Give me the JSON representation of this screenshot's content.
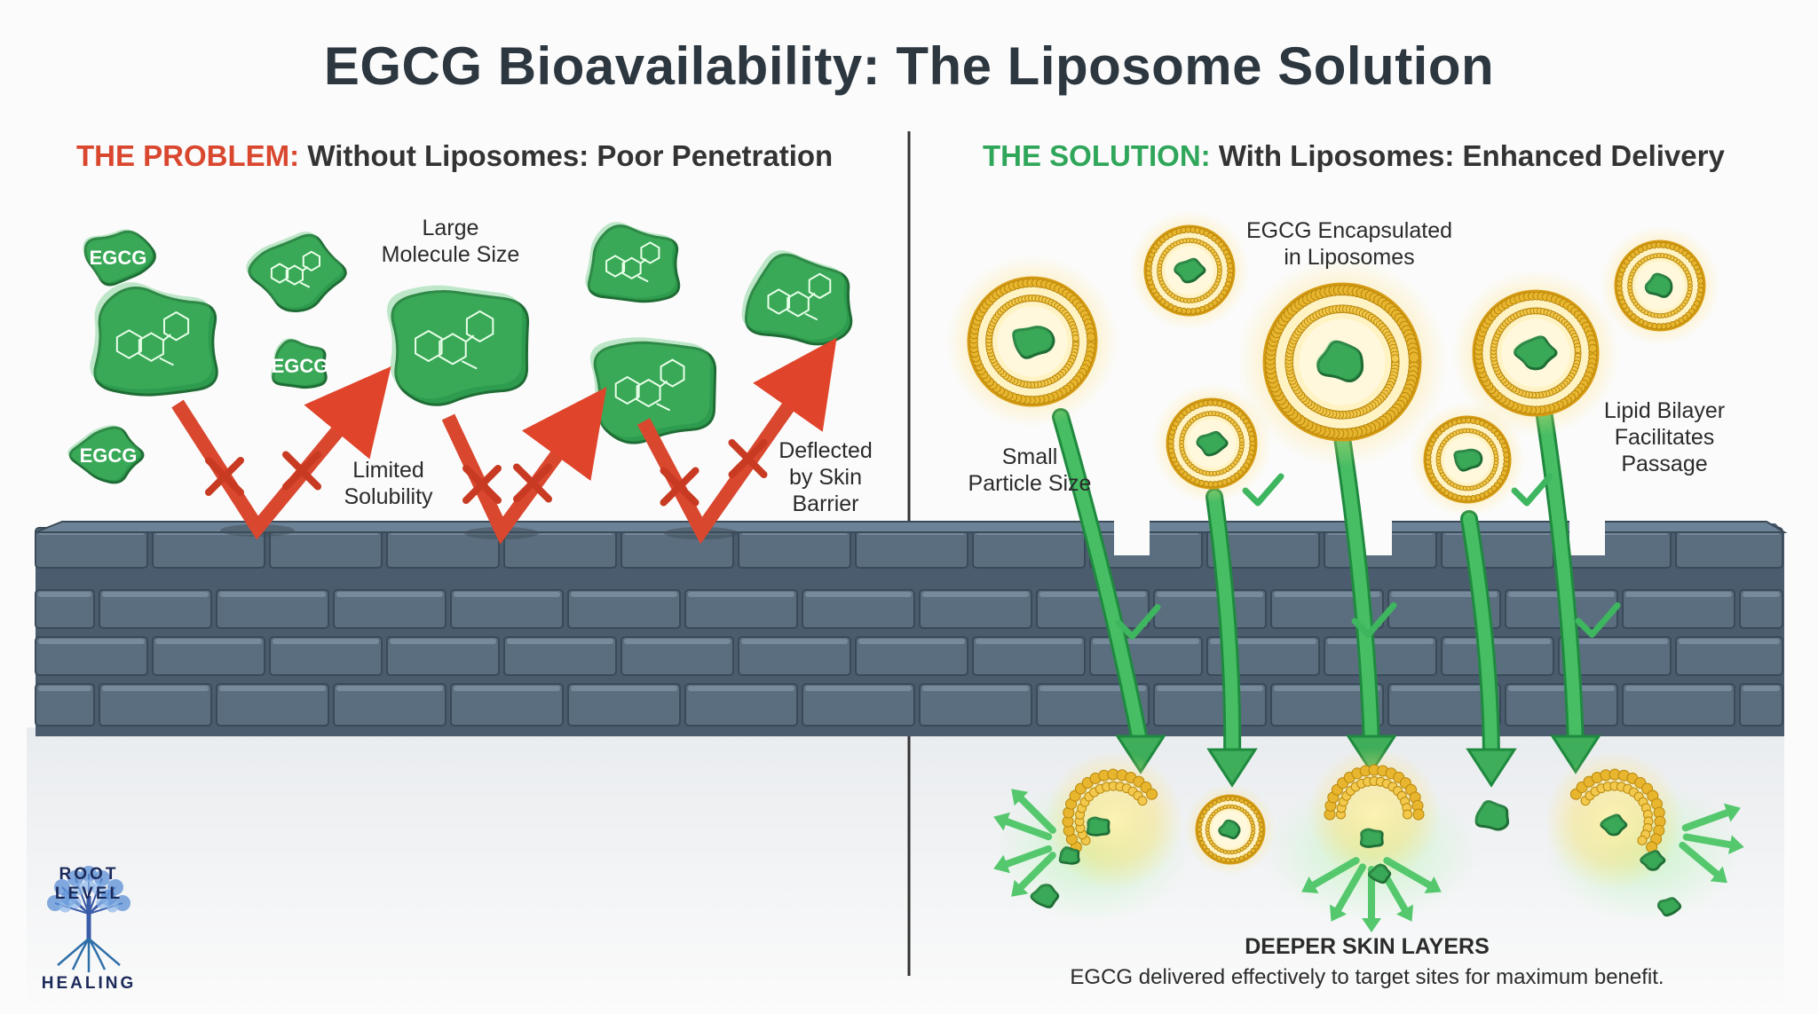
{
  "title": "EGCG Bioavailability: The Liposome Solution",
  "problem": {
    "prefix": "THE PROBLEM:",
    "heading": "Without Liposomes: Poor Penetration",
    "labels": {
      "large_molecule": "Large\nMolecule Size",
      "limited_solubility": "Limited\nSolubility",
      "deflected": "Deflected\nby Skin\nBarrier"
    },
    "molecule_tag": "EGCG"
  },
  "solution": {
    "prefix": "THE SOLUTION:",
    "heading": "With Liposomes: Enhanced Delivery",
    "labels": {
      "encapsulated": "EGCG Encapsulated\nin Liposomes",
      "small_particle": "Small\nParticle Size",
      "lipid_bilayer": "Lipid Bilayer\nFacilitates\nPassage"
    },
    "bottom_heading": "DEEPER SKIN LAYERS",
    "bottom_text": "EGCG delivered effectively to target sites for maximum benefit."
  },
  "brand": {
    "top": "ROOT LEVEL",
    "bottom": "HEALING"
  },
  "colors": {
    "problem_red": "#d9472f",
    "solution_green": "#2fa65a",
    "molecule_green": "#2e9c4e",
    "brick": "#5a6e80",
    "liposome_gold": "#e8b52e"
  },
  "icons": [
    "egcg-molecule-icon",
    "liposome-icon",
    "check-icon",
    "x-mark-icon",
    "tree-logo-icon"
  ]
}
